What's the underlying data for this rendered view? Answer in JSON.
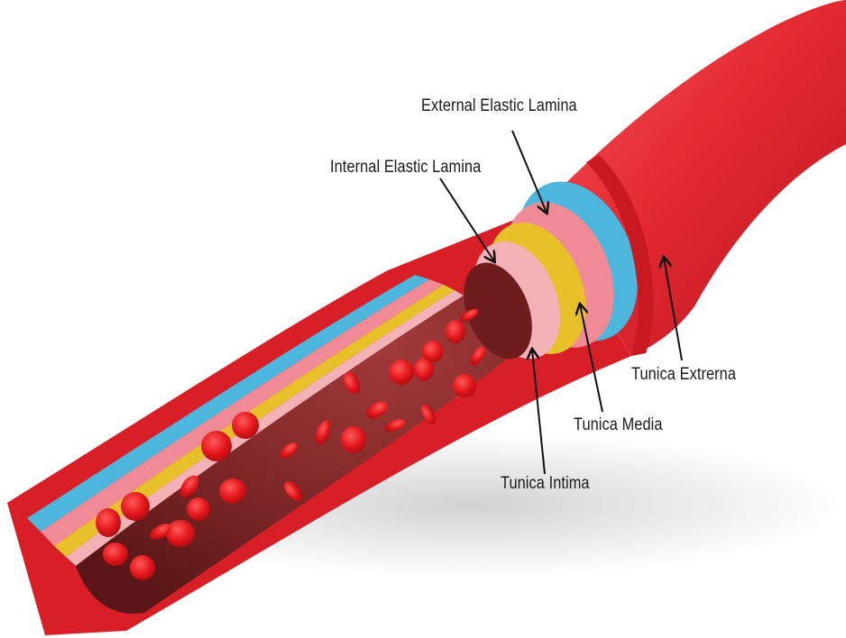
{
  "labels": {
    "external_elastic_lamina": "External Elastic Lamina",
    "internal_elastic_lamina": "Internal Elastic Lamina",
    "tunica_extrerna": "Tunica Extrerna",
    "tunica_media": "Tunica Media",
    "tunica_intima": "Tunica Intima"
  },
  "colors": {
    "tunica_externa": "#e2202c",
    "external_elastic_lamina": "#4db6dc",
    "tunica_media": "#ef8a96",
    "internal_elastic_lamina": "#e8c02a",
    "tunica_intima": "#f4b1b6",
    "lumen": "#7a2424",
    "blood_cell": "#e41b1b",
    "pointer": "#111111"
  }
}
